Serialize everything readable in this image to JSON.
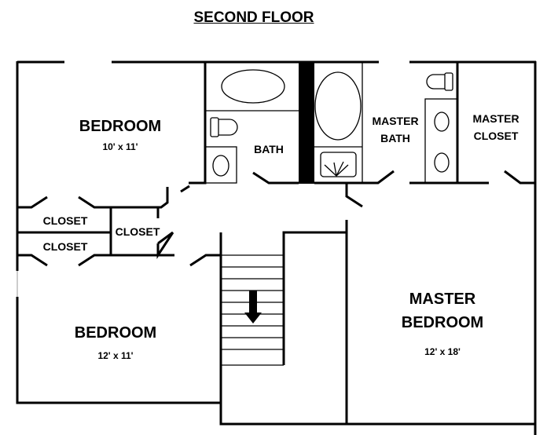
{
  "title": "SECOND FLOOR",
  "rooms": {
    "bedroom1": {
      "name": "BEDROOM",
      "size": "10' x 11'"
    },
    "bedroom2": {
      "name": "BEDROOM",
      "size": "12' x 11'"
    },
    "master_bedroom": {
      "name_line1": "MASTER",
      "name_line2": "BEDROOM",
      "size": "12' x 18'"
    },
    "bath": {
      "name": "BATH"
    },
    "master_bath": {
      "name_line1": "MASTER",
      "name_line2": "BATH"
    },
    "master_closet": {
      "name_line1": "MASTER",
      "name_line2": "CLOSET"
    },
    "closet1": {
      "name": "CLOSET"
    },
    "closet2": {
      "name": "CLOSET"
    },
    "closet3": {
      "name": "CLOSET"
    }
  }
}
